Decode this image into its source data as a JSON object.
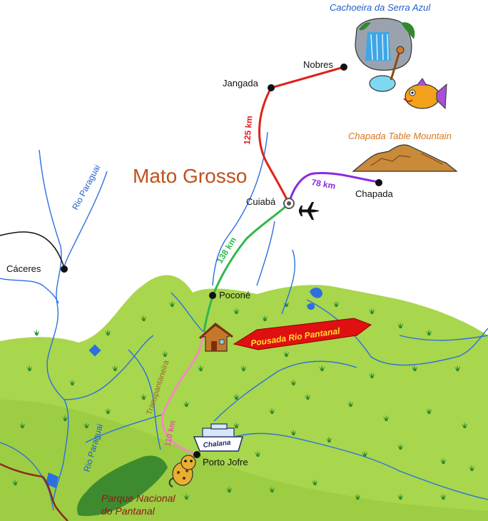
{
  "region": {
    "title": "Mato Grosso"
  },
  "colors": {
    "land": "#a8d64d",
    "pantanal": "#9ccd43",
    "park": "#3e8b2f",
    "river": "#2c6fe0",
    "road_red": "#e0201a",
    "road_purple": "#8a2be2",
    "road_green": "#2fb84a",
    "road_pink": "#f08cc0",
    "title": "#c0501a",
    "caption_blue": "#1d5fc8",
    "caption_orange": "#d8761a",
    "park_text": "#8b1a1a",
    "arrow": "#e01010",
    "arrow_text": "#ffe02a"
  },
  "cities": {
    "nobres": "Nobres",
    "jangada": "Jangada",
    "cuiaba": "Cuiabá",
    "chapada": "Chapada",
    "caceres": "Cáceres",
    "pocone": "Poconé",
    "porto_jofre": "Porto Jofre"
  },
  "routes": {
    "jangada_cuiaba": "125 km",
    "cuiaba_chapada": "78 km",
    "cuiaba_pocone": "138 km",
    "transpantaneira_name": "Transpantaneira",
    "transpantaneira_km": "110 km"
  },
  "rivers": {
    "paraguai_north": "Rio Paraguai",
    "paraguai_south": "Rio Paraguai"
  },
  "attractions": {
    "waterfall": "Cachoeira da Serra Azul",
    "table_mountain": "Chapada Table Mountain",
    "park_line1": "Parque Nacional",
    "park_line2": "do Pantanal",
    "boat": "Chalana"
  },
  "pousada": {
    "label": "Pousada Rio Pantanal"
  },
  "icons": {
    "airport": "airplane-icon",
    "cuiaba_marker": "airport-hub-icon",
    "pousada": "lodge-house-icon",
    "jaguar": "jaguar-icon",
    "boat": "chalana-boat-icon",
    "waterfall": "waterfall-icon",
    "mountain": "table-mountain-icon",
    "fish": "fish-icon"
  }
}
